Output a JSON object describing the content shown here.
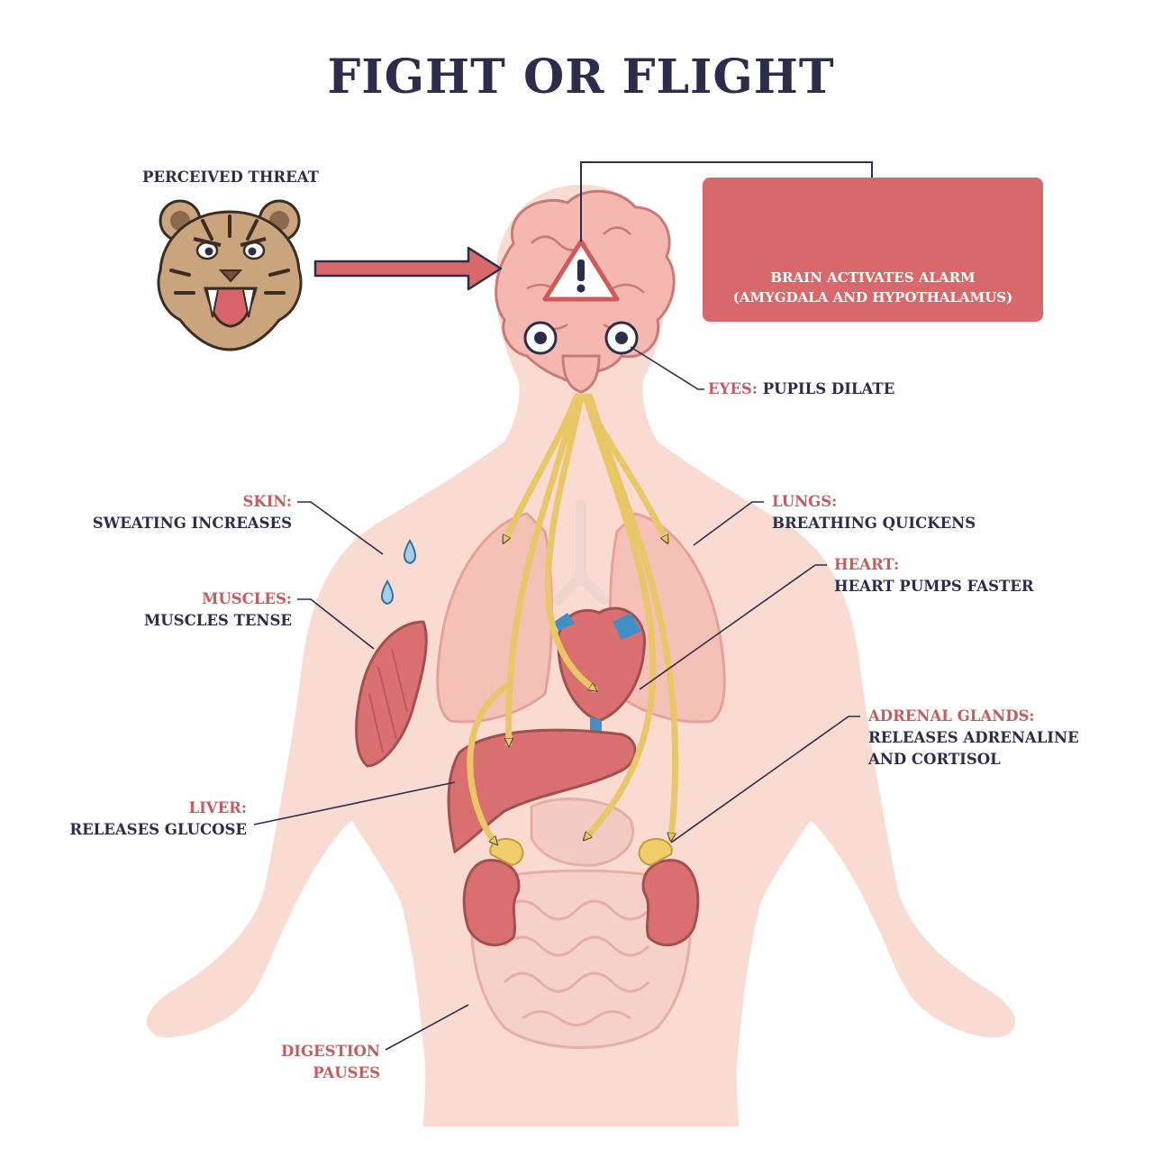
{
  "title": "FIGHT OR FLIGHT",
  "threat": {
    "label": "PERCEIVED THREAT"
  },
  "alarm": {
    "line1": "BRAIN ACTIVATES ALARM",
    "line2": "(AMYGDALA AND HYPOTHALAMUS)"
  },
  "eyes": {
    "heading": "EYES:",
    "text": "PUPILS DILATE"
  },
  "skin": {
    "heading": "SKIN:",
    "text": "SWEATING INCREASES"
  },
  "muscles": {
    "heading": "MUSCLES:",
    "text": "MUSCLES TENSE"
  },
  "lungs": {
    "heading": "LUNGS:",
    "text": "BREATHING QUICKENS"
  },
  "heart": {
    "heading": "HEART:",
    "text": "HEART PUMPS FASTER"
  },
  "adrenal": {
    "heading": "ADRENAL GLANDS:",
    "line1": "RELEASES ADRENALINE",
    "line2": "AND CORTISOL"
  },
  "liver": {
    "heading": "LIVER:",
    "text": "RELEASES GLUCOSE"
  },
  "digestion": {
    "line1": "DIGESTION",
    "line2": "PAUSES"
  },
  "colors": {
    "ink": "#2b2d4b",
    "accent": "#c25d60",
    "alarm_bg": "#d8686a",
    "body": "#f8d8d0",
    "arrow": "#f1d78a"
  }
}
